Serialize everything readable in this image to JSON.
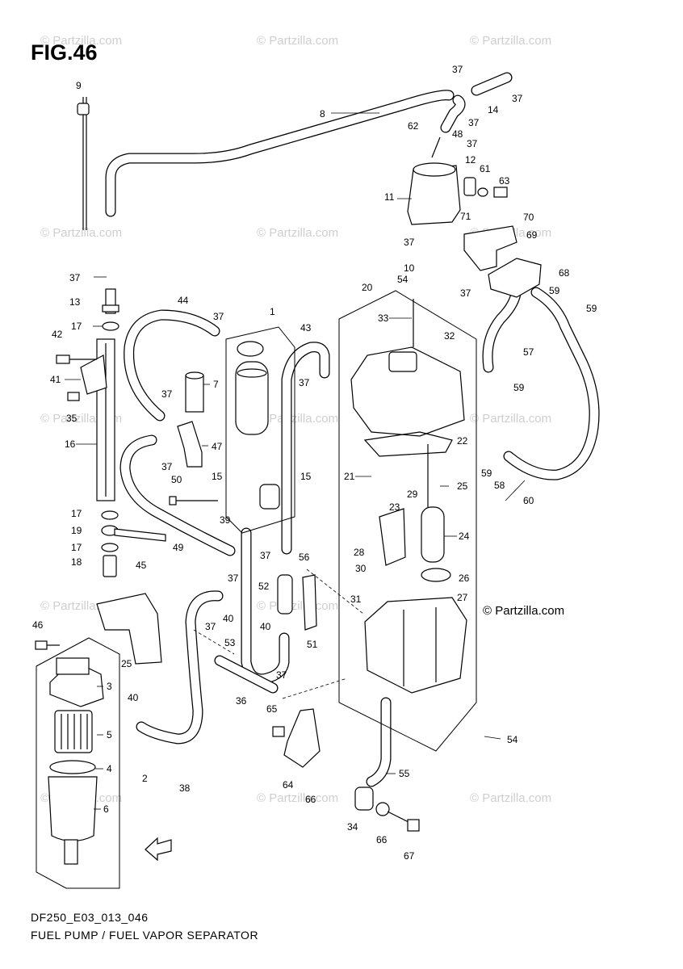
{
  "figure": {
    "title": "FIG.46",
    "code": "DF250_E03_013_046",
    "caption": "FUEL PUMP / FUEL VAPOR SEPARATOR",
    "copyright": "© Partzilla.com",
    "watermark": "© Partzilla.com"
  },
  "callouts": {
    "c1": "1",
    "c2": "2",
    "c3": "3",
    "c4": "4",
    "c5": "5",
    "c6": "6",
    "c7": "7",
    "c8": "8",
    "c9": "9",
    "c10": "10",
    "c11": "11",
    "c12": "12",
    "c13": "13",
    "c14": "14",
    "c15a": "15",
    "c15b": "15",
    "c16": "16",
    "c17a": "17",
    "c17b": "17",
    "c17c": "17",
    "c18": "18",
    "c19": "19",
    "c20": "20",
    "c21": "21",
    "c22": "22",
    "c23": "23",
    "c24": "24",
    "c25a": "25",
    "c25b": "25",
    "c26": "26",
    "c27": "27",
    "c28": "28",
    "c29": "29",
    "c30": "30",
    "c31": "31",
    "c32": "32",
    "c33": "33",
    "c34": "34",
    "c35": "35",
    "c36": "36",
    "c37a": "37",
    "c37b": "37",
    "c37c": "37",
    "c37d": "37",
    "c37e": "37",
    "c37f": "37",
    "c37g": "37",
    "c37h": "37",
    "c37i": "37",
    "c37j": "37",
    "c37k": "37",
    "c37l": "37",
    "c37m": "37",
    "c37n": "37",
    "c38": "38",
    "c39": "39",
    "c40a": "40",
    "c40b": "40",
    "c40c": "40",
    "c41": "41",
    "c42": "42",
    "c43": "43",
    "c44": "44",
    "c45": "45",
    "c46": "46",
    "c47": "47",
    "c48": "48",
    "c49": "49",
    "c50": "50",
    "c51": "51",
    "c52": "52",
    "c53": "53",
    "c54a": "54",
    "c54b": "54",
    "c55": "55",
    "c56": "56",
    "c57": "57",
    "c58": "58",
    "c59a": "59",
    "c59b": "59",
    "c59c": "59",
    "c59d": "59",
    "c60": "60",
    "c61": "61",
    "c62": "62",
    "c63": "63",
    "c64": "64",
    "c65": "65",
    "c66a": "66",
    "c66b": "66",
    "c67": "67",
    "c68": "68",
    "c69": "69",
    "c70": "70",
    "c71": "71"
  },
  "icons": {
    "fwd_arrow": "fwd-arrow-icon"
  }
}
